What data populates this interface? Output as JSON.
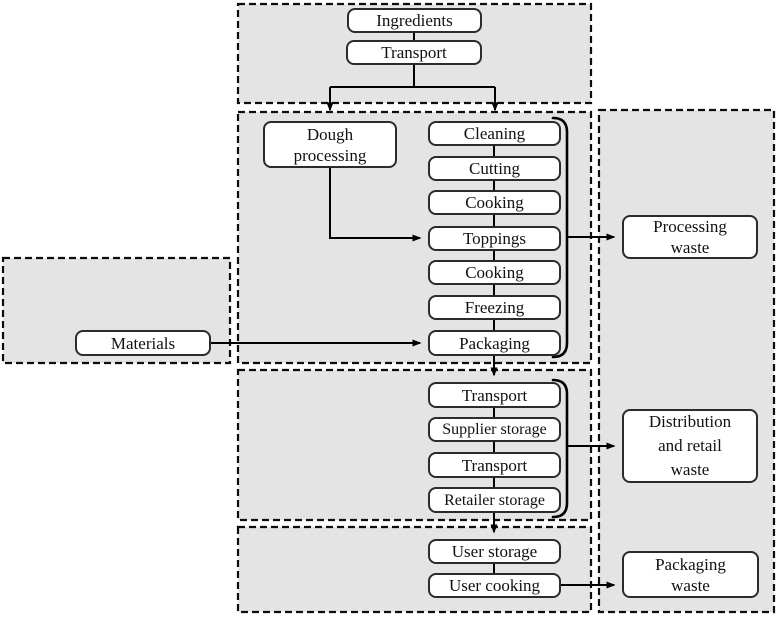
{
  "nodes": {
    "ingredients": "Ingredients",
    "transport_inbound": "Transport",
    "dough_processing": "Dough processing",
    "cleaning": "Cleaning",
    "cutting": "Cutting",
    "cooking_1": "Cooking",
    "toppings": "Toppings",
    "cooking_2": "Cooking",
    "freezing": "Freezing",
    "packaging": "Packaging",
    "materials": "Materials",
    "transport_distribution_1": "Transport",
    "supplier_storage": "Supplier storage",
    "transport_distribution_2": "Transport",
    "retailer_storage": "Retailer storage",
    "user_storage": "User storage",
    "user_cooking": "User cooking",
    "processing_waste": "Processing waste",
    "distribution_retail_waste": "Distribution and retail waste",
    "packaging_waste": "Packaging waste"
  },
  "colors": {
    "section_fill": "#e4e4e4",
    "section_border": "#0d0d0d",
    "node_fill": "#ffffff",
    "node_border": "#2b2b2b",
    "connector": "#000000"
  }
}
